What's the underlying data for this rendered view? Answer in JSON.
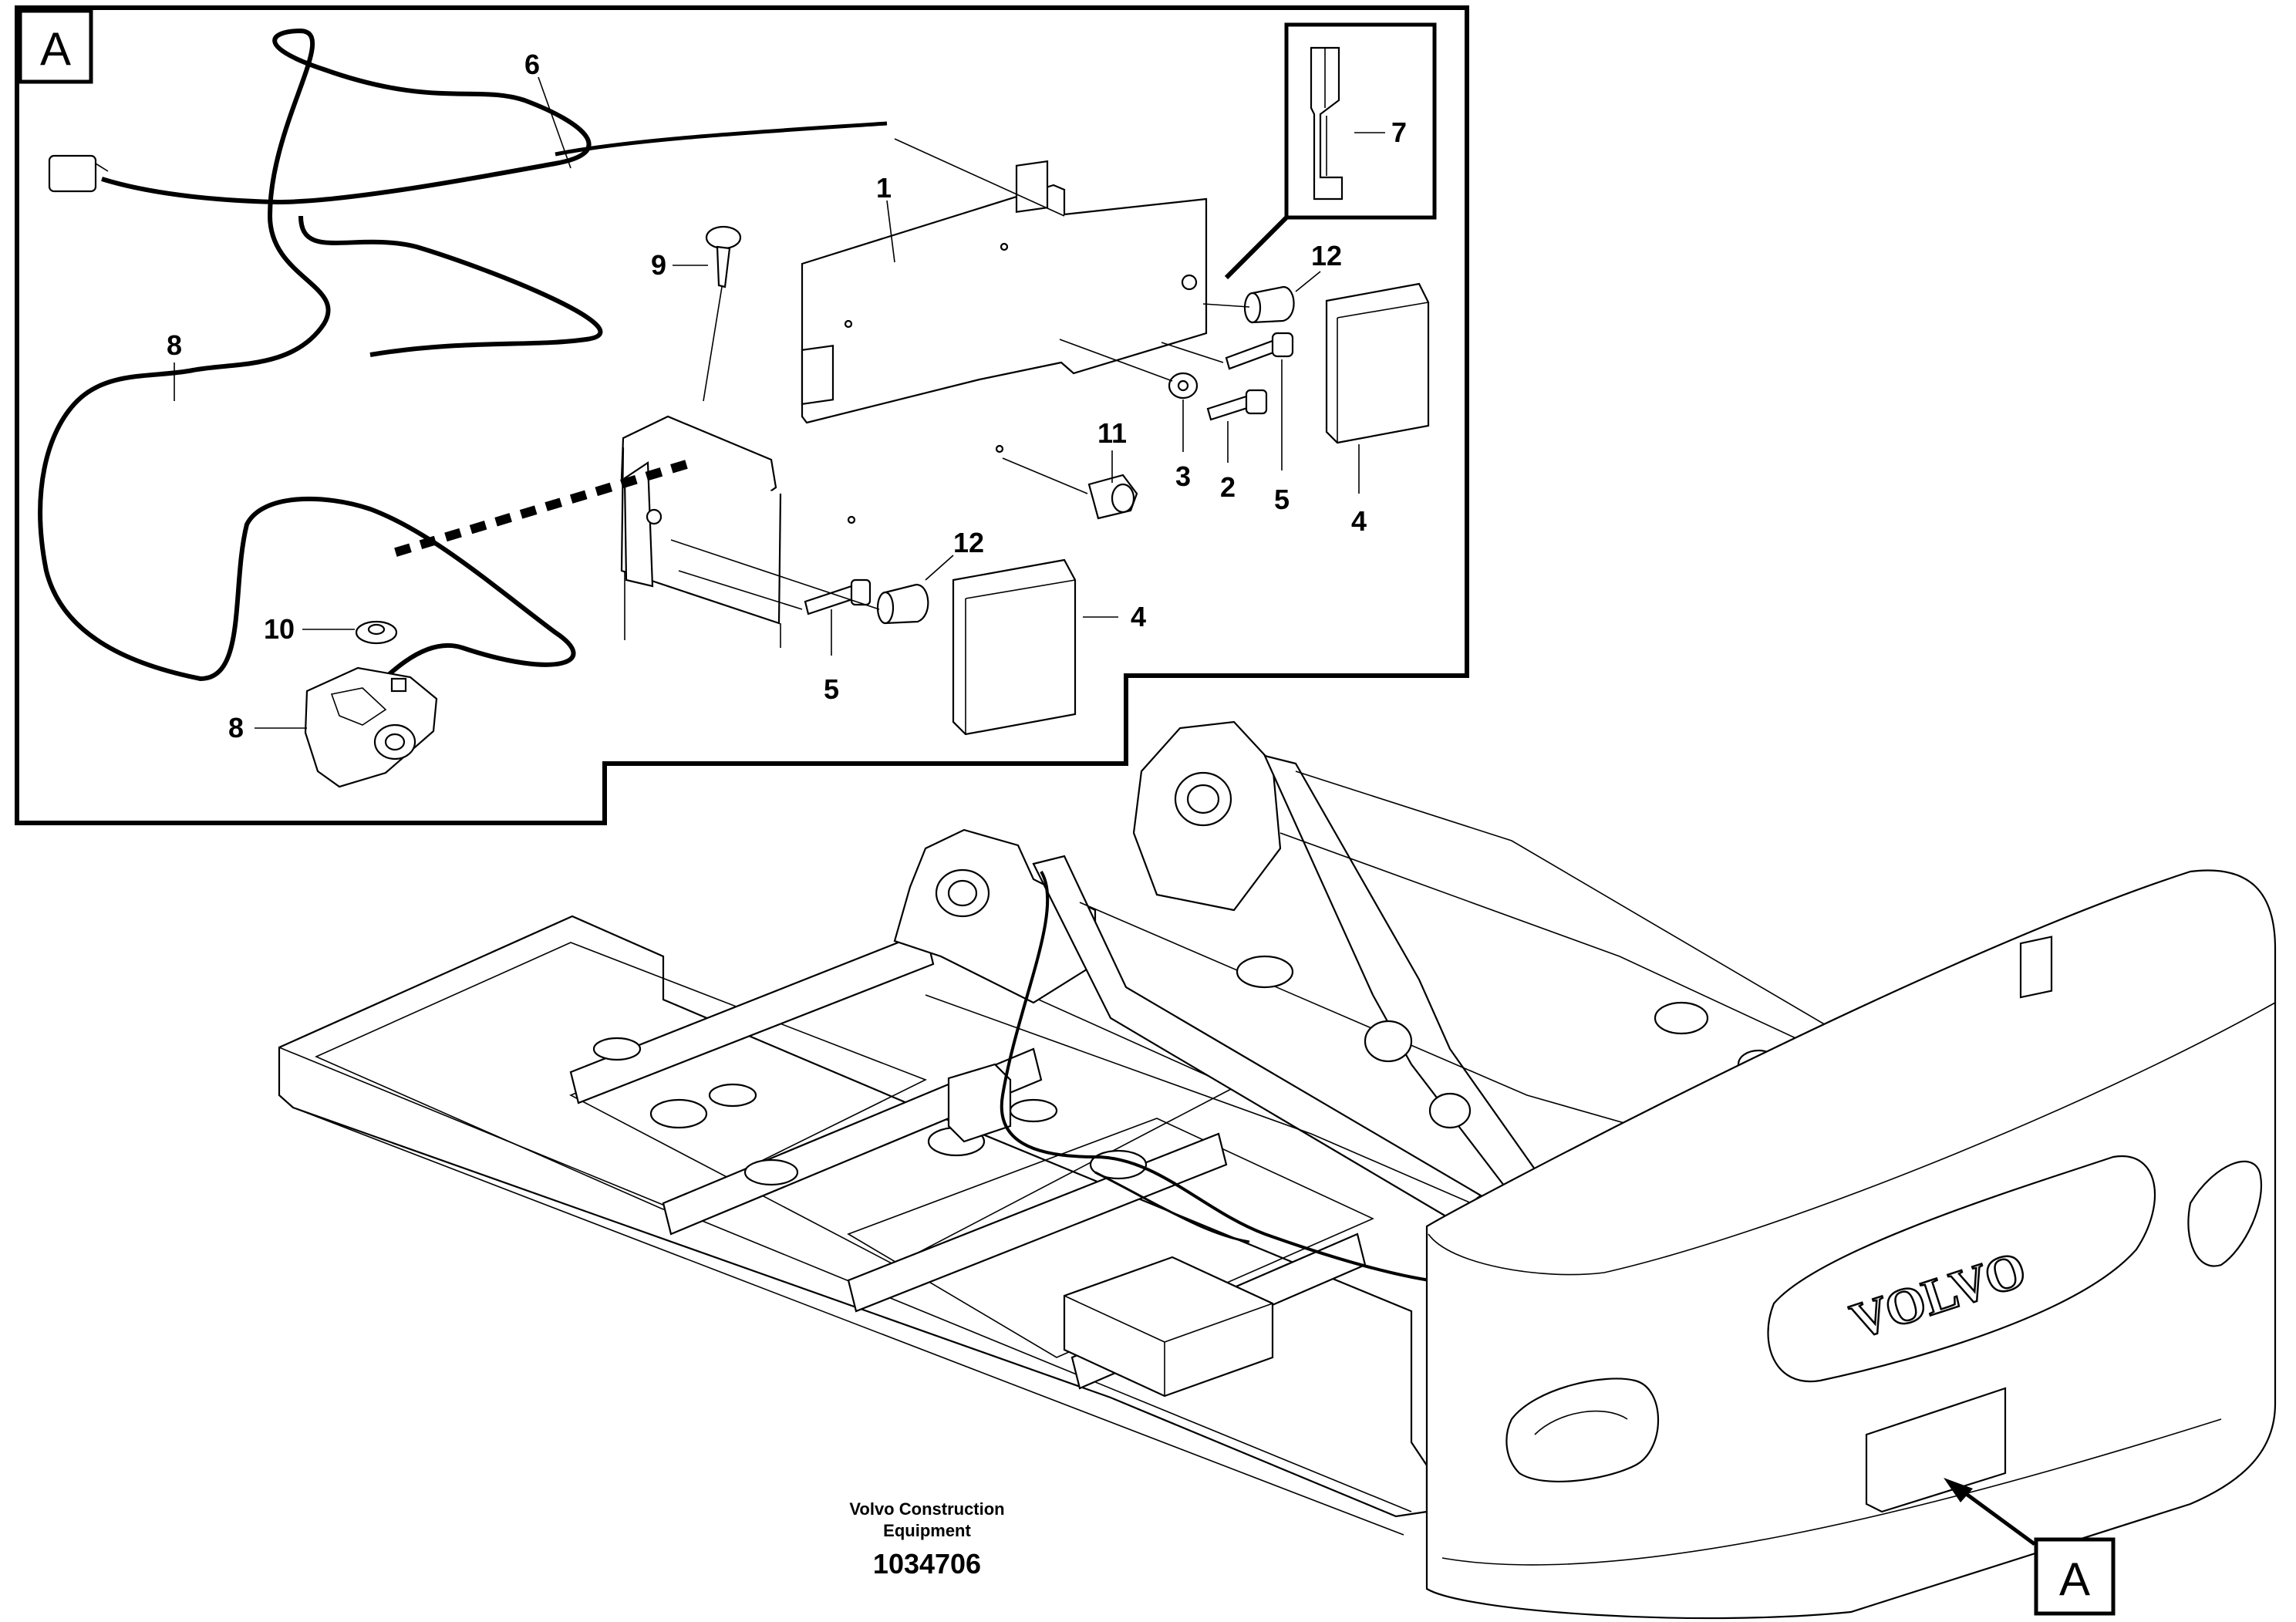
{
  "detail_box": {
    "label": "A",
    "callouts": {
      "c1": "1",
      "c2": "2",
      "c3": "3",
      "c4a": "4",
      "c4b": "4",
      "c5a": "5",
      "c5b": "5",
      "c6": "6",
      "c7": "7",
      "c8a": "8",
      "c8b": "8",
      "c9": "9",
      "c10": "10",
      "c11": "11",
      "c12a": "12",
      "c12b": "12"
    }
  },
  "machine_view": {
    "label": "A",
    "logo": "VOLVO"
  },
  "caption": {
    "company_line1": "Volvo Construction",
    "company_line2": "Equipment",
    "drawing_number": "1034706"
  }
}
